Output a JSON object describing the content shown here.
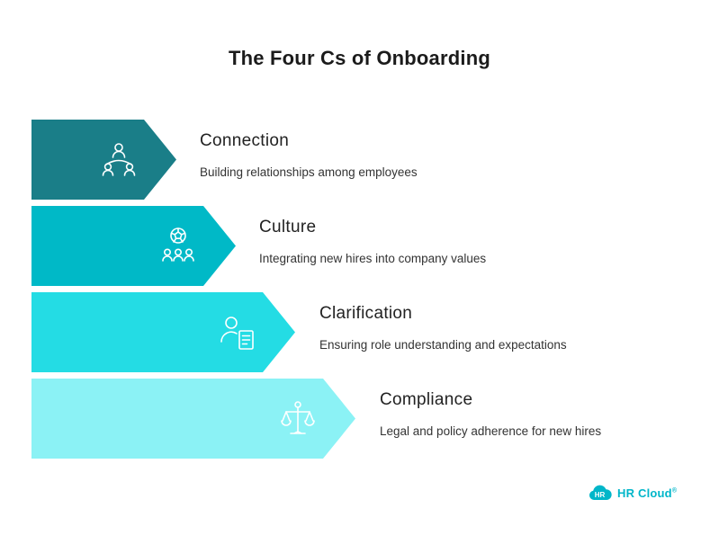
{
  "title": "The Four Cs of Onboarding",
  "steps": [
    {
      "heading": "Connection",
      "description": "Building relationships among employees",
      "color": "#1a7e88",
      "icon": "people-network-icon"
    },
    {
      "heading": "Culture",
      "description": "Integrating new hires into company values",
      "color": "#00b9c7",
      "icon": "globe-people-icon"
    },
    {
      "heading": "Clarification",
      "description": "Ensuring role understanding and expectations",
      "color": "#24dce4",
      "icon": "person-checklist-icon"
    },
    {
      "heading": "Compliance",
      "description": "Legal and policy adherence for new hires",
      "color": "#8bf2f5",
      "icon": "justice-scales-icon"
    }
  ],
  "logo": {
    "badge": "HR",
    "text": "HR Cloud",
    "reg_mark": "®",
    "brand_color": "#00b6c9"
  }
}
